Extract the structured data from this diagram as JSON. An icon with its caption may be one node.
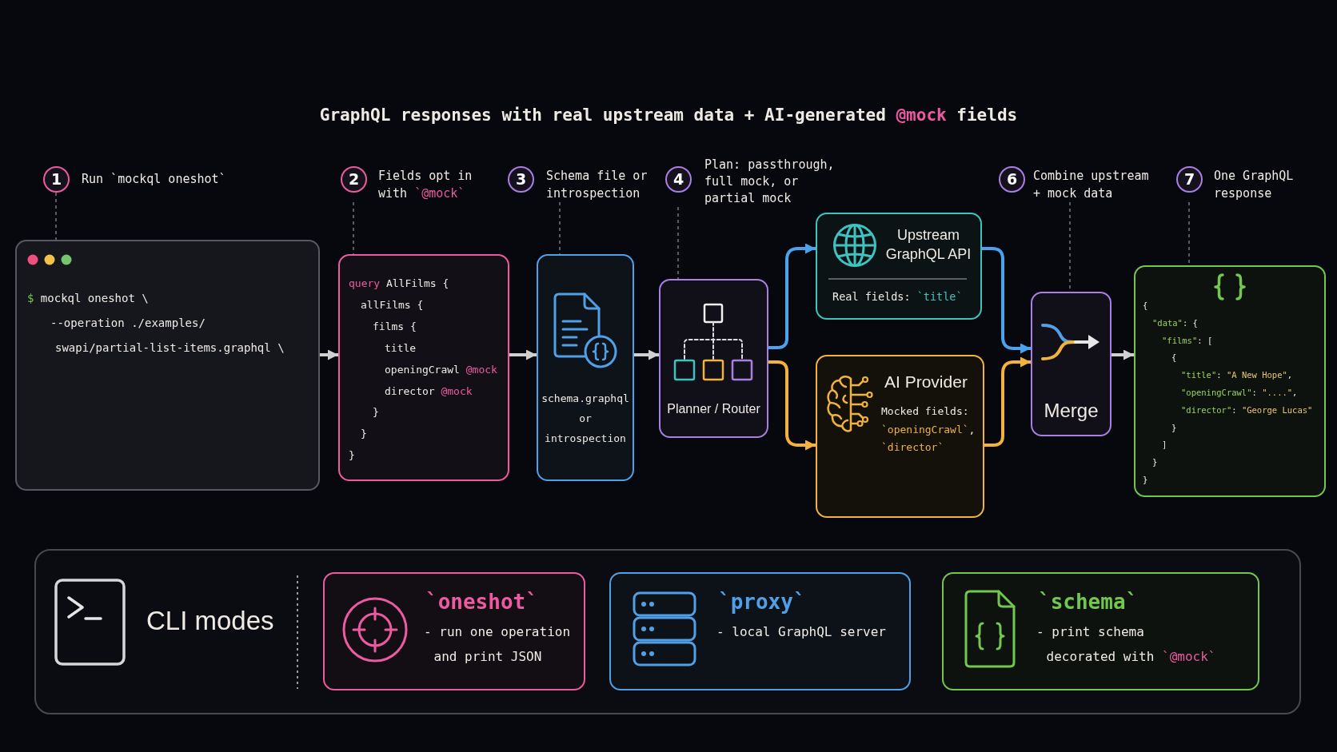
{
  "diagram": {
    "title": "GraphQL responses with real upstream data + AI-generated @mock fields",
    "nodes": [
      {
        "text": [
          "1"
        ],
        "beside": [
          "Run `mockql oneshot`"
        ]
      },
      {
        "text": [
          "$ mockql oneshot \\",
          "--operation ./examples/",
          "swapi/partial-list-items.graphql \\"
        ]
      },
      {
        "text": [
          "2"
        ],
        "beside": [
          "Fields opt in with `@mock`"
        ]
      },
      {
        "text": [
          "query AllFilms {",
          "allFilms {",
          "films {",
          "title",
          "openingCrawl @mock",
          "director @mock",
          "}",
          "}",
          "}"
        ]
      },
      {
        "text": [
          "3"
        ],
        "beside": [
          "Schema file or introspection"
        ]
      },
      {
        "text": [
          "schema.graphql or introspection"
        ]
      },
      {
        "text": [
          "4"
        ],
        "beside": [
          "Plan: passthrough, full mock, or partial mock"
        ]
      },
      {
        "text": [
          "Planner / Router"
        ]
      },
      {
        "text": [
          "Upstream GraphQL API",
          "Real fields: `title`"
        ]
      },
      {
        "text": [
          "AI Provider",
          "Mocked fields: `openingCrawl`, `director`"
        ]
      },
      {
        "text": [
          "6"
        ],
        "beside": [
          "Combine upstream + mock data"
        ]
      },
      {
        "text": [
          "Merge"
        ]
      },
      {
        "text": [
          "7"
        ],
        "beside": [
          "One GraphQL response"
        ]
      },
      {
        "text": [
          "{",
          "\"data\": {",
          "\"films\": [",
          "{",
          "\"title\": \"A New Hope\",",
          "\"openingCrawl\": \"....\",",
          "\"director\": \"George Lucas\"",
          "}",
          "]",
          "}",
          "}"
        ]
      },
      {
        "text": [
          "CLI modes"
        ]
      },
      {
        "text": [
          "`oneshot`",
          "- run one operation and print JSON"
        ],
        "in": 14
      },
      {
        "text": [
          "`proxy`",
          "- local GraphQL server"
        ],
        "in": 14
      },
      {
        "text": [
          "`schema`",
          "- print schema decorated with `@mock`"
        ],
        "in": 14
      }
    ],
    "edges": [
      {
        "from": 0,
        "to": 1,
        "arrow": "none",
        "style": "dashed"
      },
      {
        "from": 2,
        "to": 3,
        "arrow": "none",
        "style": "dashed"
      },
      {
        "from": 4,
        "to": 5,
        "arrow": "none",
        "style": "dashed"
      },
      {
        "from": 6,
        "to": 7,
        "arrow": "none",
        "style": "dashed"
      },
      {
        "from": 10,
        "to": 11,
        "arrow": "none",
        "style": "dashed"
      },
      {
        "from": 12,
        "to": 13,
        "arrow": "none",
        "style": "dashed"
      },
      {
        "from": 1,
        "to": 3,
        "arrow": "to",
        "color": "#d0d0d0"
      },
      {
        "from": 3,
        "to": 5,
        "arrow": "to",
        "color": "#d0d0d0"
      },
      {
        "from": 5,
        "to": 7,
        "arrow": "to",
        "color": "#d0d0d0"
      },
      {
        "from": 7,
        "to": 8,
        "arrow": "to",
        "color": "#4aa3ec"
      },
      {
        "from": 7,
        "to": 9,
        "arrow": "to",
        "color": "#f2b33d"
      },
      {
        "from": 8,
        "to": 11,
        "arrow": "to",
        "color": "#4aa3ec"
      },
      {
        "from": 9,
        "to": 11,
        "arrow": "to",
        "color": "#f2b33d"
      },
      {
        "from": 11,
        "to": 13,
        "arrow": "to",
        "color": "#d0d0d0"
      }
    ]
  }
}
